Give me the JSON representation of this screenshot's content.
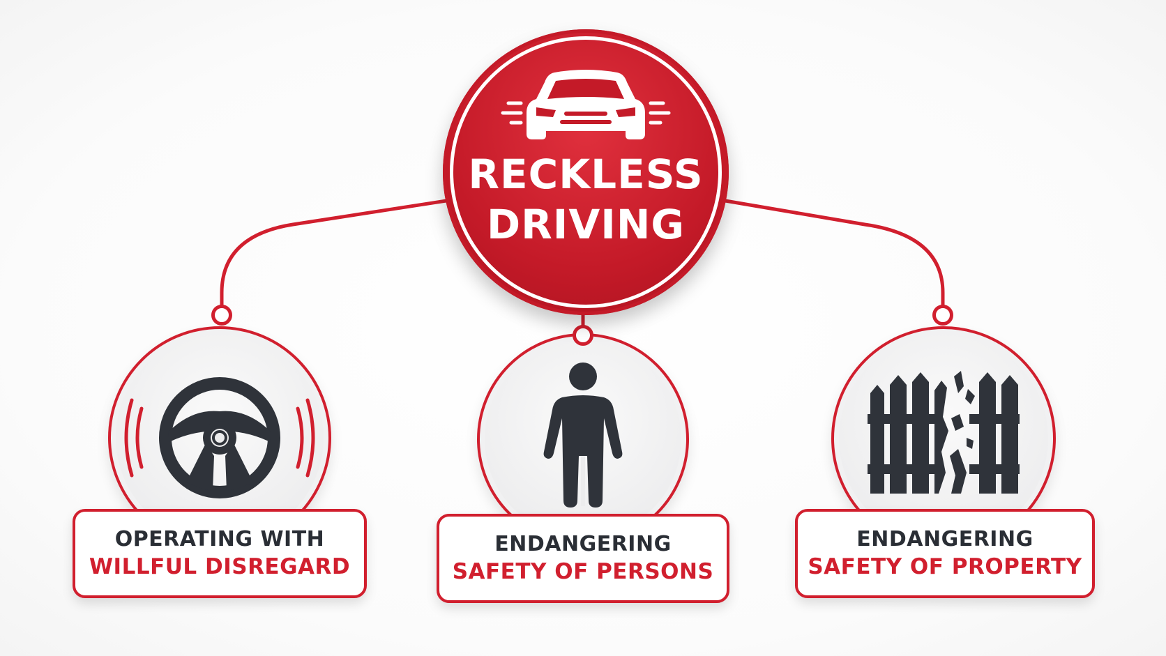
{
  "center": {
    "title_line1": "RECKLESS",
    "title_line2": "DRIVING",
    "icon": "car-speeding-icon"
  },
  "branches": [
    {
      "icon": "steering-wheel-icon",
      "line1": "OPERATING WITH",
      "line2": "WILLFUL DISREGARD"
    },
    {
      "icon": "person-icon",
      "line1": "ENDANGERING",
      "line2": "SAFETY OF PERSONS"
    },
    {
      "icon": "broken-fence-icon",
      "line1": "ENDANGERING",
      "line2": "SAFETY OF PROPERTY"
    }
  ],
  "colors": {
    "accent_red": "#d11f2e",
    "dark_text": "#2a2e35",
    "background": "#ffffff"
  }
}
